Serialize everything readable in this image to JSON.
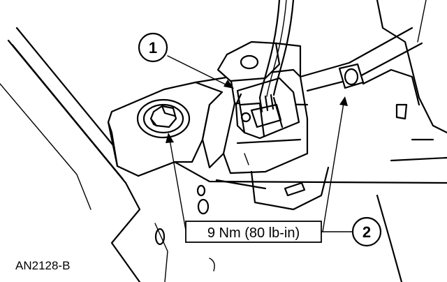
{
  "callouts": {
    "item1": "1",
    "item2": "2"
  },
  "torque_spec": "9 Nm (80 lb-in)",
  "figure_code": "AN2128-B",
  "colors": {
    "line": "#000000",
    "background": "#ffffff"
  }
}
